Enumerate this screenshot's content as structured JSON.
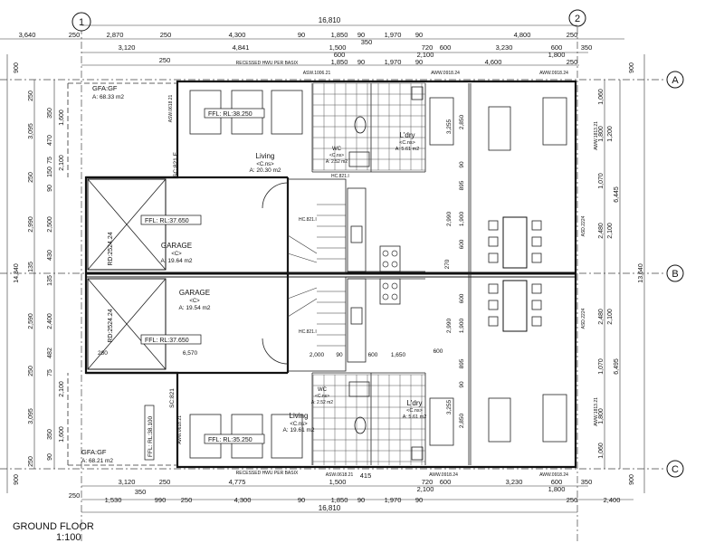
{
  "grid": {
    "cols": [
      "1",
      "2"
    ],
    "rows": [
      "A",
      "B",
      "C"
    ]
  },
  "dims": {
    "overall_top": "16,810",
    "overall_bottom": "16,810",
    "top_row1": [
      "3,640",
      "250",
      "2,870",
      "250",
      "4,300",
      "90",
      "1,850",
      "90",
      "1,970",
      "90",
      "4,800",
      "250"
    ],
    "top_row2": [
      "3,120",
      "4,841",
      "1,500",
      "720",
      "600",
      "3,230",
      "600",
      "350"
    ],
    "top_row2_b": [
      "350",
      "2,100",
      "1,800"
    ],
    "top_row3": [
      "250",
      "600",
      "1,850",
      "90",
      "1,970",
      "90",
      "4,600",
      "250"
    ],
    "bottom_row1": [
      "3,120",
      "250",
      "4,775",
      "1,500",
      "720",
      "600",
      "3,230",
      "600",
      "350"
    ],
    "bottom_row1_b": [
      "2,100",
      "1,800"
    ],
    "bottom_row2": [
      "250",
      "1,530",
      "350",
      "990",
      "250",
      "4,300",
      "90",
      "1,850",
      "90",
      "1,970",
      "90",
      "250",
      "2,400"
    ],
    "left_outer": [
      "900",
      "14,340",
      "900"
    ],
    "left_inner": [
      "250",
      "3,095",
      "250",
      "2,990",
      "135",
      "2,590",
      "250",
      "3,095",
      "250"
    ],
    "left_mid": [
      "350",
      "470",
      "75",
      "150",
      "90",
      "2,500",
      "430",
      "135",
      "2,400",
      "482",
      "75",
      "350",
      "90"
    ],
    "left_small": [
      "1,600",
      "2,100",
      "2,100",
      "1,600"
    ],
    "right_outer": [
      "900",
      "13,640",
      "900"
    ],
    "right_inner": [
      "6,445",
      "6,495"
    ],
    "right_mid": [
      "1,060",
      "1,800",
      "1,200",
      "1,070",
      "2,480",
      "2,100",
      "2,480",
      "2,100",
      "1,070",
      "1,800",
      "1,060"
    ],
    "interior": [
      "2,850",
      "90",
      "895",
      "1,900",
      "600",
      "270",
      "600",
      "1,900",
      "895",
      "90",
      "2,850",
      "3,255",
      "2,990",
      "2,990",
      "3,255"
    ],
    "garage_dims": [
      "280",
      "6,570",
      "2,000",
      "90",
      "600",
      "1,650",
      "600"
    ]
  },
  "rooms": {
    "living_top": {
      "name": "Living",
      "code": "<C.ns>",
      "area": "A: 20.30 m2"
    },
    "living_bottom": {
      "name": "Living",
      "code": "<C.ns>",
      "area": "A: 19.61 m2"
    },
    "garage_top": {
      "name": "GARAGE",
      "code": "<C>",
      "area": "A: 19.64 m2"
    },
    "garage_bottom": {
      "name": "GARAGE",
      "code": "<C>",
      "area": "A: 19.54 m2"
    },
    "ldry_top": {
      "name": "L'dry",
      "code": "<C.ns>",
      "area": "A: 5.61 m2"
    },
    "ldry_bottom": {
      "name": "L'dry",
      "code": "<C.ns>",
      "area": "A: 5.61 m2"
    },
    "wc_top": {
      "name": "WC",
      "code": "<C.ns>",
      "area": "A: 2.52 m2"
    },
    "wc_bottom": {
      "name": "WC",
      "code": "<C.ns>",
      "area": "A: 2.52 m2"
    }
  },
  "labels": {
    "gfa_top": "GFA:GF",
    "gfa_top_area": "A: 68.33 m2",
    "gfa_bottom": "GFA:GF",
    "gfa_bottom_area": "A: 68.21 m2",
    "ffl_top_living": "FFL: RL:38.250",
    "ffl_bottom_living": "FFL: RL:35.250",
    "ffl_top_garage": "FFL: RL:37.650",
    "ffl_bottom_garage": "FFL: RL:37.650",
    "ffl_bottom_side": "FFL: RL:38.100",
    "rd_top": "RD:2524.24",
    "rd_bottom": "RD:2524.24",
    "sc_top": "SC:821.E",
    "sc_bottom": "SC:821",
    "recessed_top": "RECESSED HWU PER BASIX",
    "recessed_bottom": "RECESSED HWU PER BASIX",
    "asw_tags": [
      "ASW.1006.21",
      "AWW.0918.24",
      "AWW.0918.24",
      "ASW.0618.21",
      "AWW.0918.24",
      "AWW.0918.24",
      "ASW.0618.21",
      "AWW.0618.21",
      "ASD.2224",
      "ASD.2224",
      "AWW.1813.21",
      "AWW.1813.21",
      "HC.821.I",
      "HC.821.I",
      "HC.821.I"
    ],
    "title": "GROUND FLOOR",
    "scale": "1:100",
    "dim_415": "415"
  }
}
